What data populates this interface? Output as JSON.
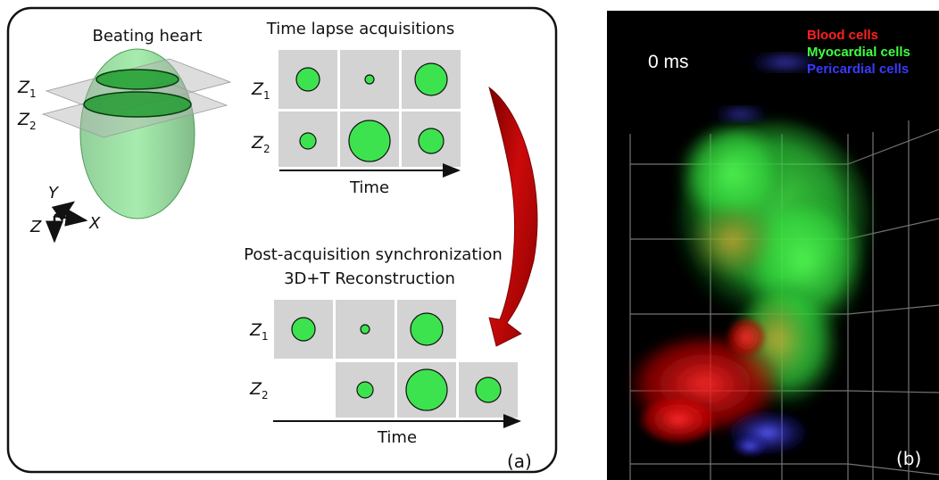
{
  "panel_a": {
    "beating_heart_title": "Beating heart",
    "time_lapse_title": "Time lapse acquisitions",
    "sync_title_line1": "Post-acquisition synchronization",
    "sync_title_line2": "3D+T Reconstruction",
    "time_label_top": "Time",
    "time_label_bottom": "Time",
    "plane_z1_letter": "Z",
    "plane_z1_sub": "1",
    "plane_z2_letter": "Z",
    "plane_z2_sub": "2",
    "axis_x": "X",
    "axis_y": "Y",
    "axis_z": "Z",
    "row_letter": "Z",
    "row_sub_1": "1",
    "row_sub_2": "2",
    "panel_label": "(a)",
    "colors": {
      "cell_fill": "#3de34f",
      "tile_bg": "#d3d3d3",
      "arrow": "#b00000"
    }
  },
  "panel_b": {
    "time_stamp": "0 ms",
    "legend": [
      {
        "label": "Blood cells",
        "color": "#ff2020"
      },
      {
        "label": "Myocardial cells",
        "color": "#40ff40"
      },
      {
        "label": "Pericardial cells",
        "color": "#3a3aff"
      }
    ],
    "panel_label": "(b)",
    "colors": {
      "background": "#000000"
    }
  }
}
